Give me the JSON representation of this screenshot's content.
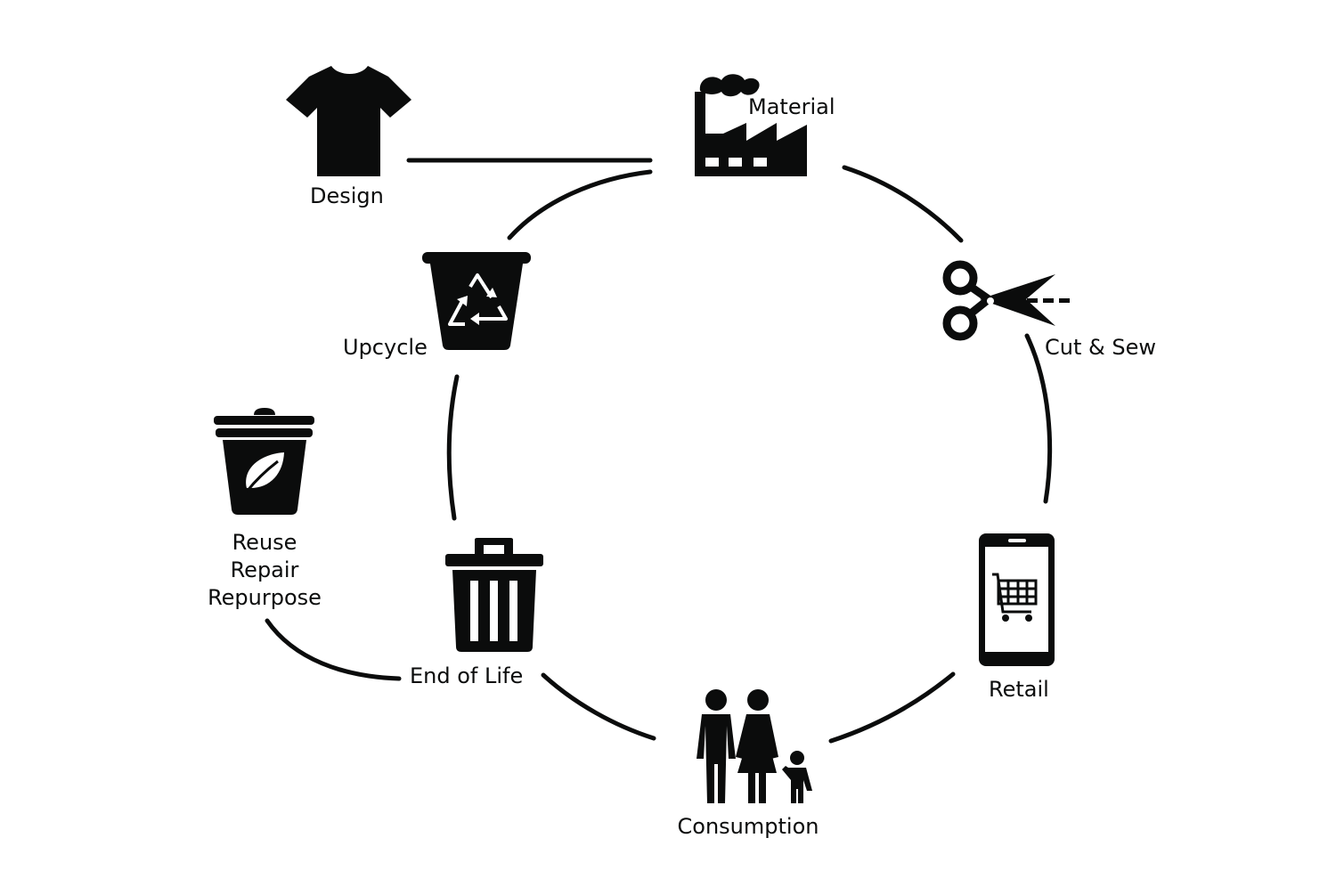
{
  "diagram": {
    "stages": {
      "design": "Design",
      "material": "Material",
      "cut_sew": "Cut & Sew",
      "retail": "Retail",
      "consumption": "Consumption",
      "end_of_life": "End of Life",
      "upcycle": "Upcycle",
      "reuse": [
        "Reuse",
        "Repair",
        "Repurpose"
      ]
    },
    "icons": {
      "design": "tshirt-icon",
      "material": "factory-icon",
      "cut_sew": "scissors-icon",
      "retail": "smartphone-cart-icon",
      "consumption": "family-icon",
      "end_of_life": "trash-can-icon",
      "upcycle": "recycle-bin-icon",
      "reuse": "compost-bin-icon"
    },
    "colors": {
      "ink": "#0b0c0c",
      "background": "#ffffff"
    }
  }
}
